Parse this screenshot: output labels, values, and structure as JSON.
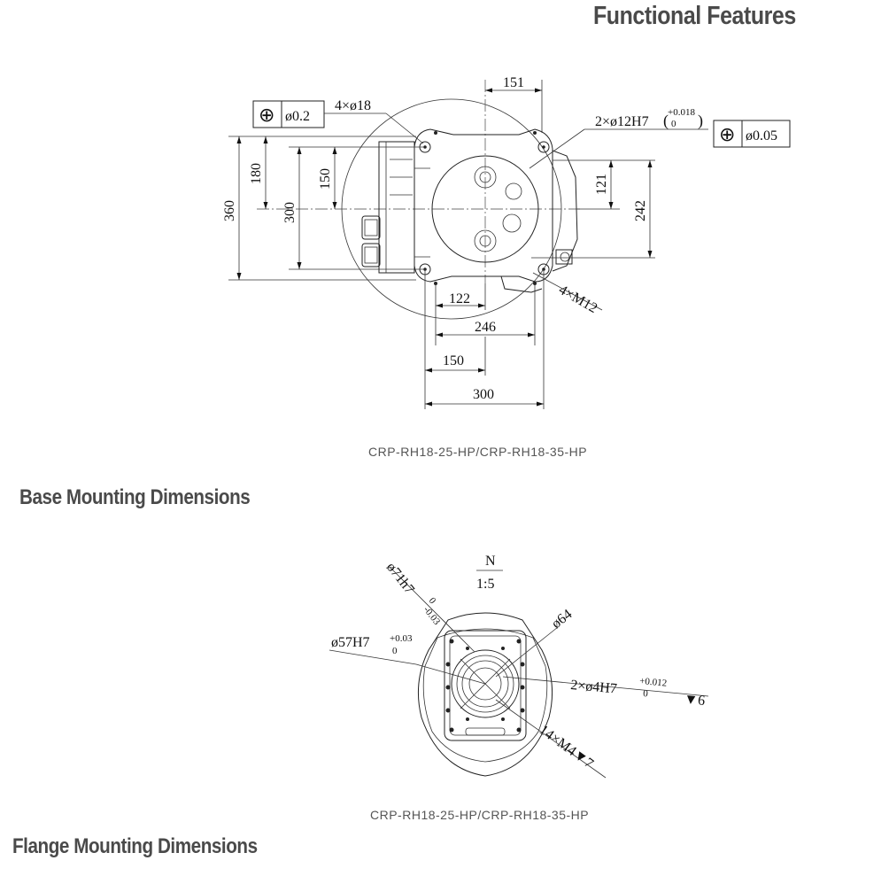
{
  "page": {
    "title": "Functional Features",
    "sections": [
      {
        "heading": "Base Mounting Dimensions",
        "caption": "CRP-RH18-25-HP/CRP-RH18-35-HP"
      },
      {
        "heading": "Flange Mounting Dimensions",
        "caption": "CRP-RH18-25-HP/CRP-RH18-35-HP"
      }
    ]
  },
  "base_drawing": {
    "tolerance_frame_left": {
      "symbol": "⊕",
      "value": "ø0.2"
    },
    "holes_callout": "4×ø18",
    "tolerance_frame_right": {
      "symbol": "⊕",
      "value": "ø0.05"
    },
    "pin_callout": "2×ø12H7",
    "pin_tol_upper": "+0.018",
    "pin_tol_lower": "0",
    "thread_callout": "4×M12",
    "dims": {
      "d151": "151",
      "d360": "360",
      "d180": "180",
      "d300v": "300",
      "d150v": "150",
      "d121": "121",
      "d242": "242",
      "d122": "122",
      "d246": "246",
      "d150h": "150",
      "d300h": "300"
    }
  },
  "flange_drawing": {
    "view_label": "N",
    "scale": "1:5",
    "spigot_callout": "ø71h7",
    "spigot_tol_upper": "0",
    "spigot_tol_lower": "-0.03",
    "bore_callout": "ø57H7",
    "bore_tol_upper": "+0.03",
    "bore_tol_lower": "0",
    "pcd_callout": "ø64",
    "pin_callout": "2×ø4H7",
    "pin_tol_upper": "+0.012",
    "pin_tol_lower": "0",
    "pin_depth": "▼6",
    "thread_callout": "14×M4▼7"
  }
}
